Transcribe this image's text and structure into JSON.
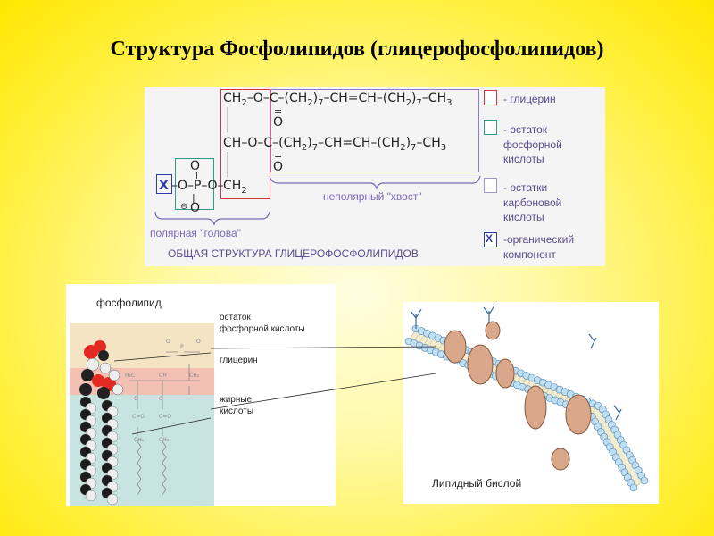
{
  "title": "Структура Фосфолипидов (глицерофосфолипидов)",
  "formula": {
    "row1_ch2": "CH",
    "row1_sub": "2",
    "row1_chain_a": "–O–C–(CH",
    "row1_sub2": "2",
    "row1_sub7": "7",
    "row1_chain_b": "–CH=CH–(CH",
    "row1_sub3": "2",
    "row1_sub4": "7",
    "row1_end": "–CH",
    "row1_sub5": "3",
    "dbl": "=",
    "o": "O",
    "row2_ch": "CH",
    "row2_chain_a": "–O–C–(CH",
    "row3_ch2": "CH",
    "row3_sub": "2",
    "x": "X",
    "p_chain": "–O–P–O–",
    "p_o_top": "O",
    "p_o_bottom": "O",
    "minus": "⊖",
    "vbar": "|"
  },
  "labels": {
    "polar_head": "полярная \"голова\"",
    "nonpolar_tail": "неполярный \"хвост\"",
    "general_structure": "ОБЩАЯ СТРУКТУРА ГЛИЦЕРОФОСФОЛИПИДОВ"
  },
  "legend": [
    {
      "text": "- глицерин",
      "color": "#d9323a"
    },
    {
      "text": "- остаток\nфосфорной\nкислоты",
      "color": "#2e9a84"
    },
    {
      "text": "- остатки\nкарбоновой\nкислоты",
      "color": "#8a7cc8"
    },
    {
      "text": "-органический\nкомпонент",
      "color": "#2b3ca8"
    }
  ],
  "phospholipid": {
    "title": "фосфолипид",
    "phosphate_label": "остаток\nфосфорной кислоты",
    "glycerol_label": "глицерин",
    "fatty_acids_label": "жирные\nкислоты"
  },
  "bilayer": {
    "caption": "Липидный бислой"
  },
  "colors": {
    "glycerol": "#d9323a",
    "phosphate": "#2e9a84",
    "carboxylic": "#8a7cc8",
    "organic": "#2b3ca8"
  }
}
